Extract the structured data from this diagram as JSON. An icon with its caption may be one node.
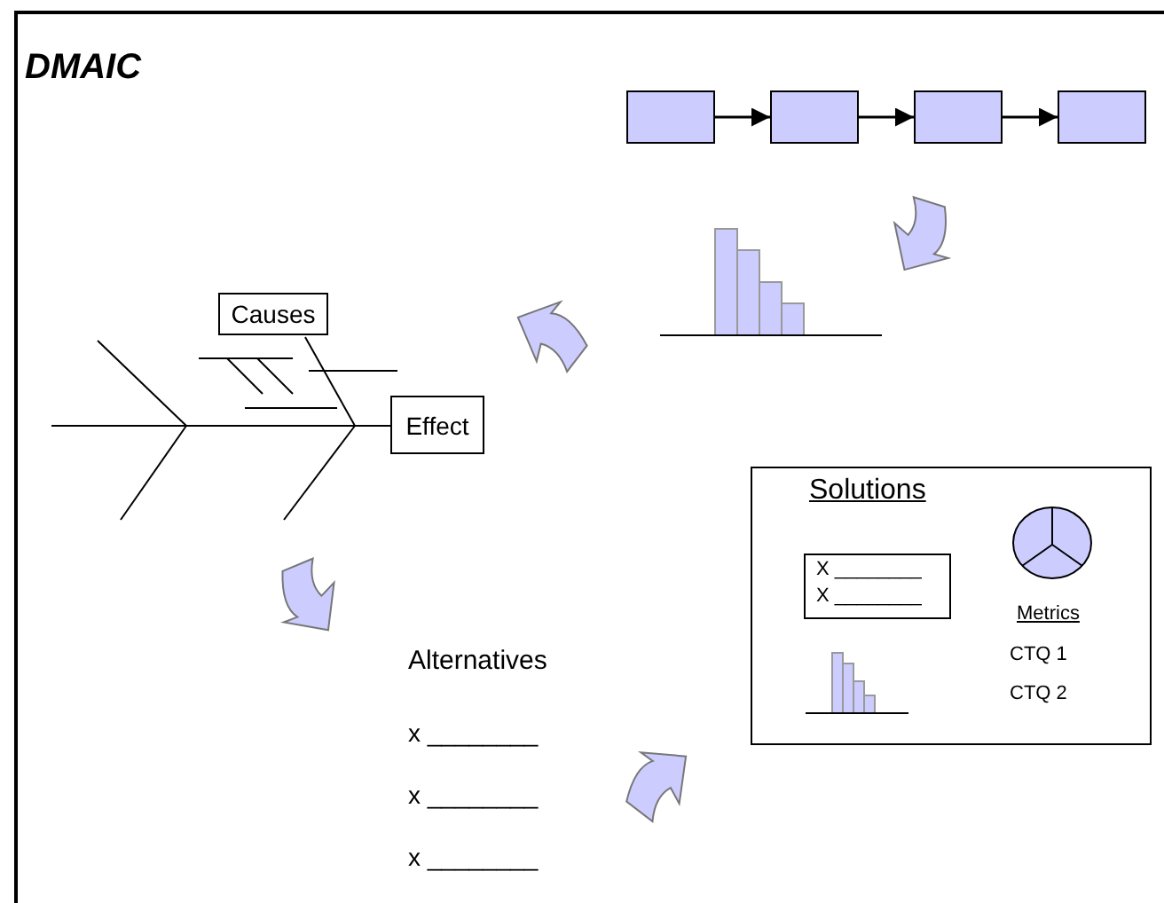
{
  "diagram": {
    "title": "DMAIC",
    "nodes": [
      {
        "text": [],
        "shape": "box"
      },
      {
        "text": [],
        "shape": "box"
      },
      {
        "text": [],
        "shape": "box"
      },
      {
        "text": [],
        "shape": "box"
      },
      {
        "text": [
          "Causes"
        ]
      },
      {
        "text": [
          "Effect"
        ]
      },
      {
        "text": [
          "Solutions",
          "Metrics",
          "CTQ 1",
          "CTQ 2"
        ]
      },
      {
        "text": [
          "X ________",
          "X ________"
        ],
        "in": 6
      }
    ],
    "edges": [
      {
        "from": 0,
        "to": 1,
        "arrow": "to"
      },
      {
        "from": 1,
        "to": 2,
        "arrow": "to"
      },
      {
        "from": 2,
        "to": 3,
        "arrow": "to"
      }
    ],
    "labels": [
      "Alternatives",
      "x ________",
      "x ________",
      "x ________"
    ]
  }
}
